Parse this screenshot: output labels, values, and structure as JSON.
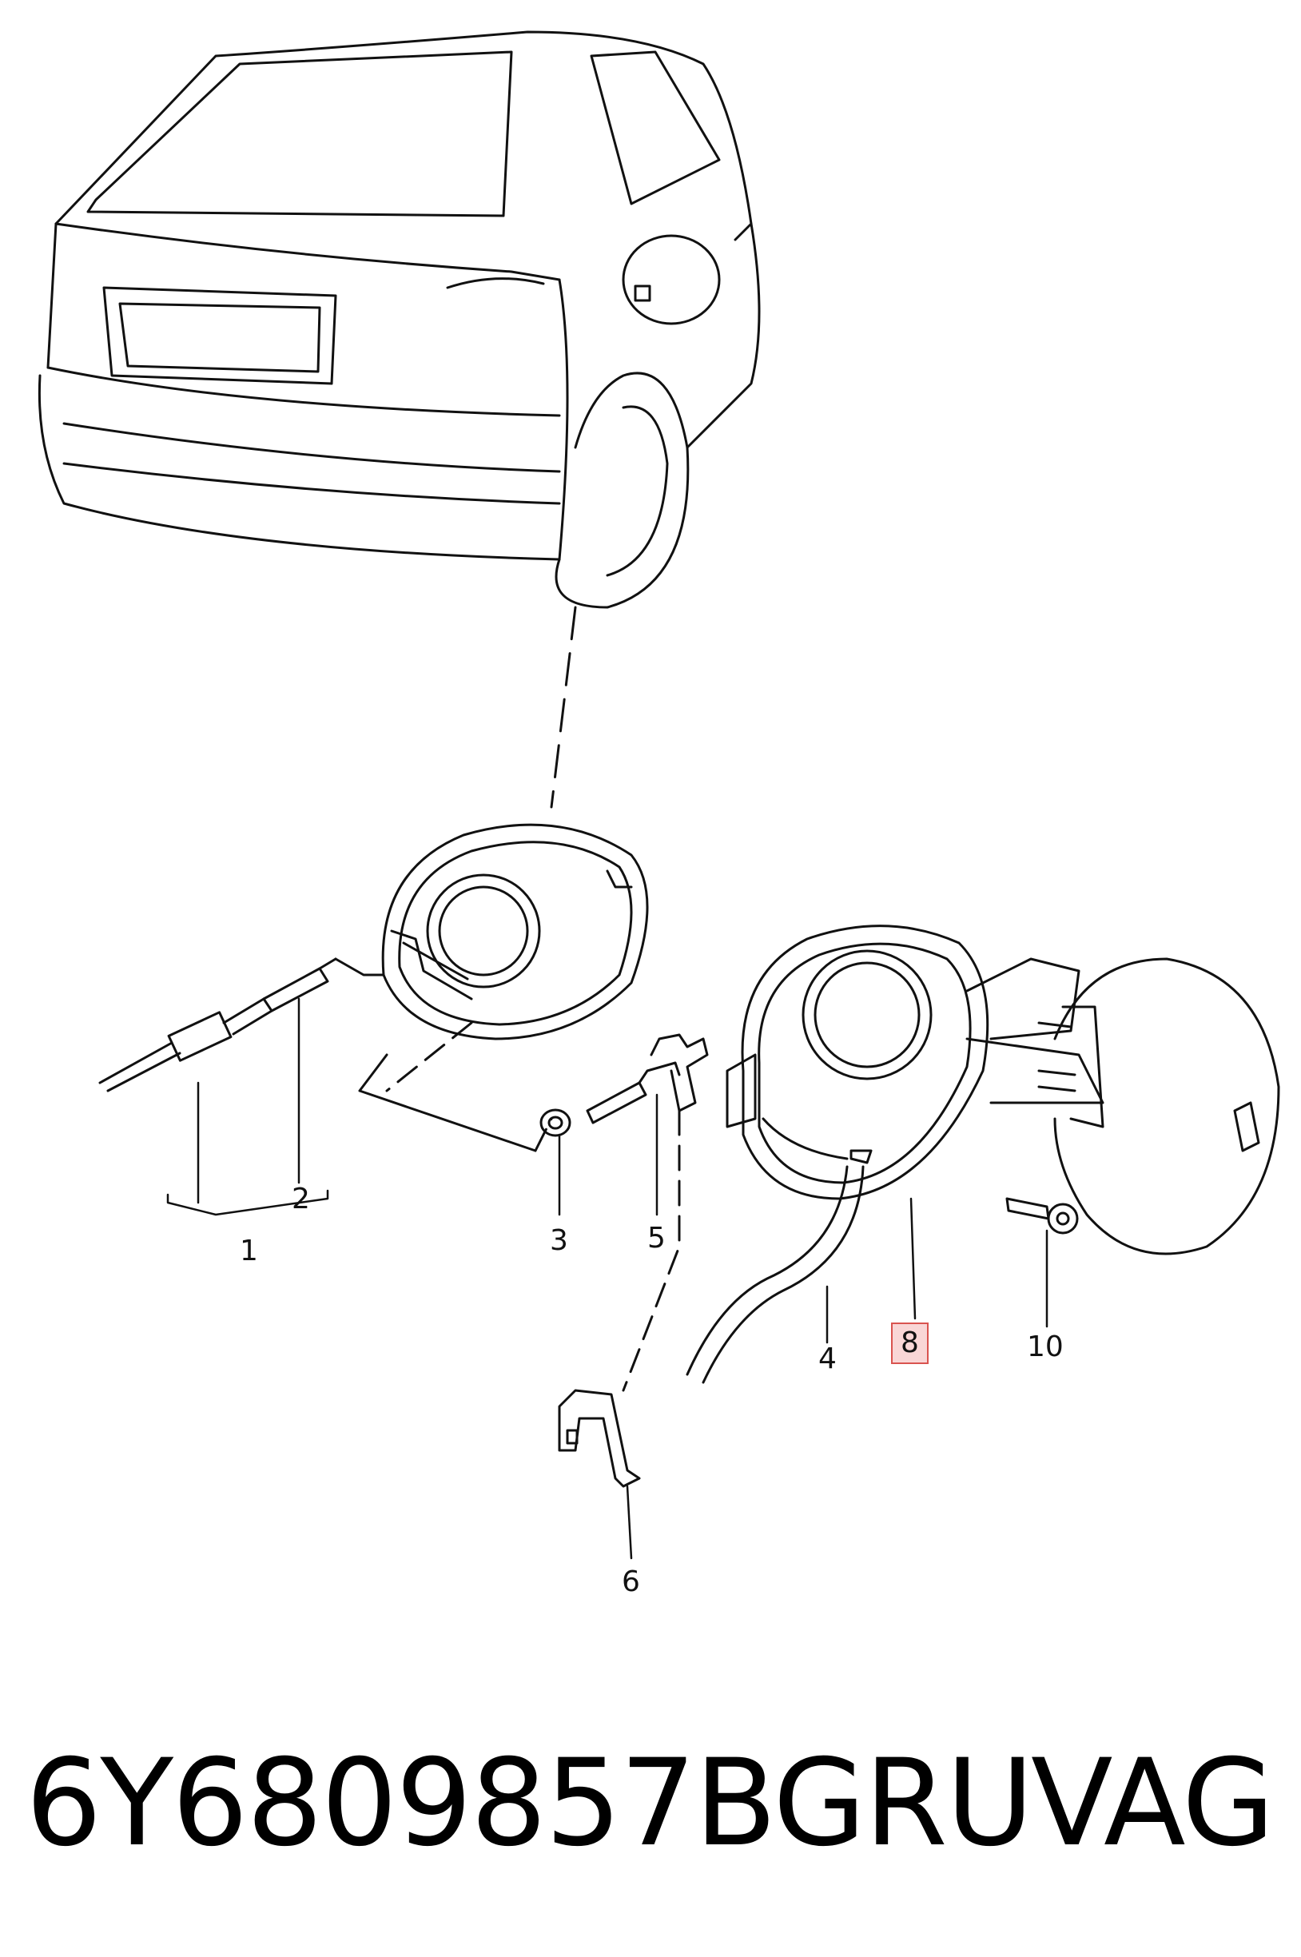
{
  "callouts": [
    {
      "id": "1",
      "label": "1"
    },
    {
      "id": "2",
      "label": "2"
    },
    {
      "id": "3",
      "label": "3"
    },
    {
      "id": "4",
      "label": "4"
    },
    {
      "id": "5",
      "label": "5"
    },
    {
      "id": "6",
      "label": "6"
    },
    {
      "id": "8",
      "label": "8",
      "highlighted": true
    },
    {
      "id": "10",
      "label": "10"
    }
  ],
  "caption": {
    "part_number": "6Y6809857BGRU",
    "brand": "VAG"
  },
  "colors": {
    "line": "#111111",
    "highlight_border": "#d9534f",
    "highlight_fill": "#f9d6d6"
  }
}
